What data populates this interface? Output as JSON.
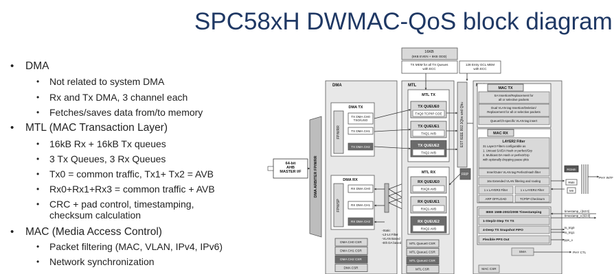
{
  "title": "SPC58xH DWMAC-QoS block diagram",
  "bullets": [
    {
      "text": "DMA",
      "level": 1
    },
    {
      "text": "Not related to system DMA",
      "level": 2
    },
    {
      "text": "Rx and Tx DMA, 3 channel each",
      "level": 2
    },
    {
      "text": "Fetches/saves data from/to memory",
      "level": 2
    },
    {
      "text": "MTL (MAC Transaction Layer)",
      "level": 1
    },
    {
      "text": "16kB Rx + 16kB Tx queues",
      "level": 2
    },
    {
      "text": "3 Tx Queues, 3 Rx Queues",
      "level": 2
    },
    {
      "text": "Tx0 = common traffic, Tx1+ Tx2 = AVB",
      "level": 2
    },
    {
      "text": "Rx0+Rx1+Rx3 = common traffic + AVB",
      "level": 2
    },
    {
      "text": "CRC + pad control, timestamping, checksum calculation",
      "level": 2
    },
    {
      "text": "MAC (Media Access Control)",
      "level": 1
    },
    {
      "text": "Packet filtering (MAC, VLAN, IPv4, IPv6)",
      "level": 2
    },
    {
      "text": "Network synchronization",
      "level": 2
    }
  ],
  "diagram": {
    "ahb": "64-bit AHB MASTER I/F",
    "dma_arbiter": "DMA ARBITER FP/WRR",
    "dma": "DMA",
    "dma_tx": "DMA TX",
    "dma_rx": "DMA RX",
    "fp_wrr": "FP/WRR",
    "fp_wsp": "FP/WSP",
    "tx_chs": [
      "TX DMA CH0",
      "TX DMA CH1",
      "TX DMA CH2"
    ],
    "tso": "TSO/USO",
    "rx_chs": [
      "RX DMA CH0",
      "RX DMA CH1",
      "RX DMA CH2"
    ],
    "dma_csrs": [
      "DMA CH0 CSR",
      "DMA CH1 CSR",
      "DMA CH2 CSR",
      "DMA CSR"
    ],
    "l3l4": "-Static -L3-L4 Filter -VLAN Based -Eth DA based",
    "mtl": "MTL",
    "mtl_tx": "MTL TX",
    "mtl_rx": "MTL RX",
    "tx_queues": [
      "TX QUEUE0",
      "TX QUEUE1",
      "TX QUEUE2"
    ],
    "tx_queue_subs": [
      "TXQ0 TCP/IP COE",
      "TXQ1 AVB",
      "TXQ2 AVB"
    ],
    "rx_queues": [
      "RX QUEUE0",
      "RX QUEUE1",
      "RX QUEUE2"
    ],
    "rx_queue_subs": [
      "RXQ0 AVB",
      "RXQ1 AVB",
      "RXQ2 AVB"
    ],
    "mtl_csrs": [
      "MTL Queue0 CSR",
      "MTL Queue1 CSR",
      "MTL Queue2 CSR",
      "MTL CSR"
    ],
    "mem_16kb": "16KB (8KB EVEN + 8KB ODD)",
    "tx_mem": "TX MEM for all TX Queues with ECC",
    "gcl_mem": "128 Entry GCL MEM with ECC",
    "est": "EST IEEE 802.1Qbv and Qbu",
    "frp": "FRP",
    "mac": "MAC",
    "mac_tx": "MAC TX",
    "mac_tx_items": [
      "SA Insertion/Replacement for all or selective packets",
      "Dual VLAN tag Insertion/Deletion/ Replacement for all or selective packets",
      "Queue/Ch-specific VLAN tag insert"
    ],
    "mac_rx": "MAC RX",
    "layer2": "LAYER2 Filter",
    "layer2_text": "31 Layer2 Filters configurable as 1. Unicast SA/DA Hash or perfect/Grp 2. Multicast DA Hash or perfect/Grp with optionally dropping pause pkts",
    "vlan_inner": "Inner/Outer VLAN tag Perfect/Hash filter",
    "vlan_ext": "16x Extended VLAN filtering and routing",
    "layer3": "1 x LAYER3 Filter",
    "layer4": "1 x LAYER4 Filter",
    "arp": "ARP OFFLOAD",
    "tcp_cs": "TCP/IP Checksum",
    "ieee1588": "IEEE 1588-2002/2008 Timestamping",
    "ts1": "1-Step/2-Step TX TS",
    "ts2": "4-Deep TS Snapshot FIFO",
    "pps": "Flexible PPS Out",
    "sma": "SMA",
    "mac_csr": "MAC CSR",
    "rgmii": "RGMII",
    "rmii": "RMII",
    "mii": "MII",
    "phy_intf": "PHY INTF",
    "phy_ctl": "PHY CTL",
    "sig_ts_i": "timestamp_i [63:0]",
    "sig_ts_o": "timestamp_o [63:0]",
    "sig_trig0": "ts_trig0",
    "sig_trig1": "ts_trig1",
    "sig_pps": "pps_o"
  }
}
